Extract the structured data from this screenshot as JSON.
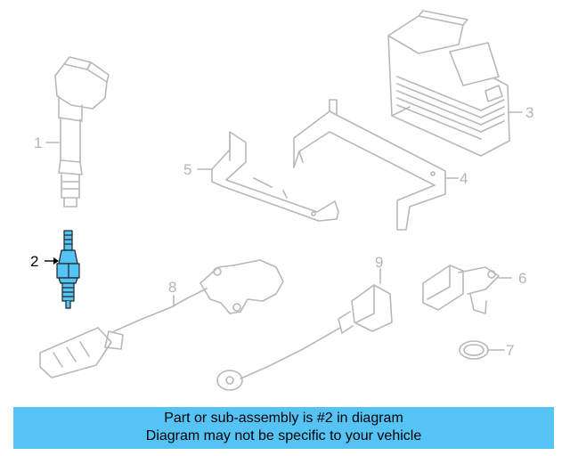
{
  "callouts": {
    "p1": "1",
    "p2": "2",
    "p3": "3",
    "p4": "4",
    "p5": "5",
    "p6": "6",
    "p7": "7",
    "p8": "8",
    "p9": "9"
  },
  "highlight_color": "#56c3f5",
  "banner": {
    "line1": "Part or sub-assembly is #2 in diagram",
    "line2": "Diagram may not be specific to your vehicle"
  }
}
